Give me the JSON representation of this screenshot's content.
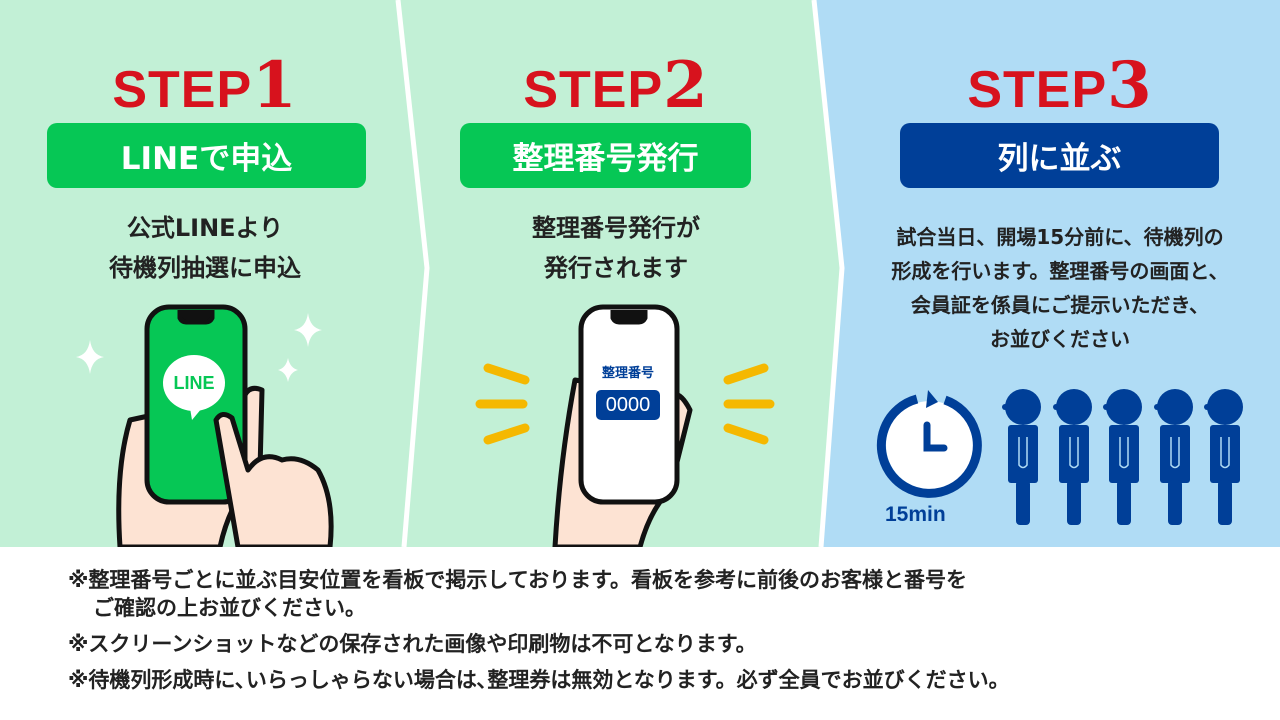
{
  "colors": {
    "panel_green": "#c2f0d6",
    "panel_blue": "#b0dcf5",
    "step_red": "#d7121d",
    "line_green": "#06c755",
    "navy": "#003f98",
    "accent_yellow": "#f5b800"
  },
  "steps": [
    {
      "prefix": "STEP",
      "number": "1",
      "badge": "LINEで申込",
      "description": [
        "公式LINEより",
        "待機列抽選に申込"
      ],
      "illustration_text": "LINE"
    },
    {
      "prefix": "STEP",
      "number": "2",
      "badge": "整理番号発行",
      "description": [
        "整理番号発行が",
        "発行されます"
      ],
      "phone_label": "整理番号",
      "phone_number": "0000"
    },
    {
      "prefix": "STEP",
      "number": "3",
      "badge": "列に並ぶ",
      "description": [
        "試合当日、開場15分前に、待機列の",
        "形成を行います。整理番号の画面と、",
        "会員証を係員にご提示いただき、",
        "お並びください"
      ],
      "timer_label": "15min"
    }
  ],
  "notes": [
    "※整理番号ごとに並ぶ目安位置を看板で掲示しております。看板を参考に前後のお客様と番号を",
    "ご確認の上お並びください。",
    "※スクリーンショットなどの保存された画像や印刷物は不可となります。",
    "※待機列形成時に､いらっしゃらない場合は､整理券は無効となります。必ず全員でお並びください。"
  ]
}
